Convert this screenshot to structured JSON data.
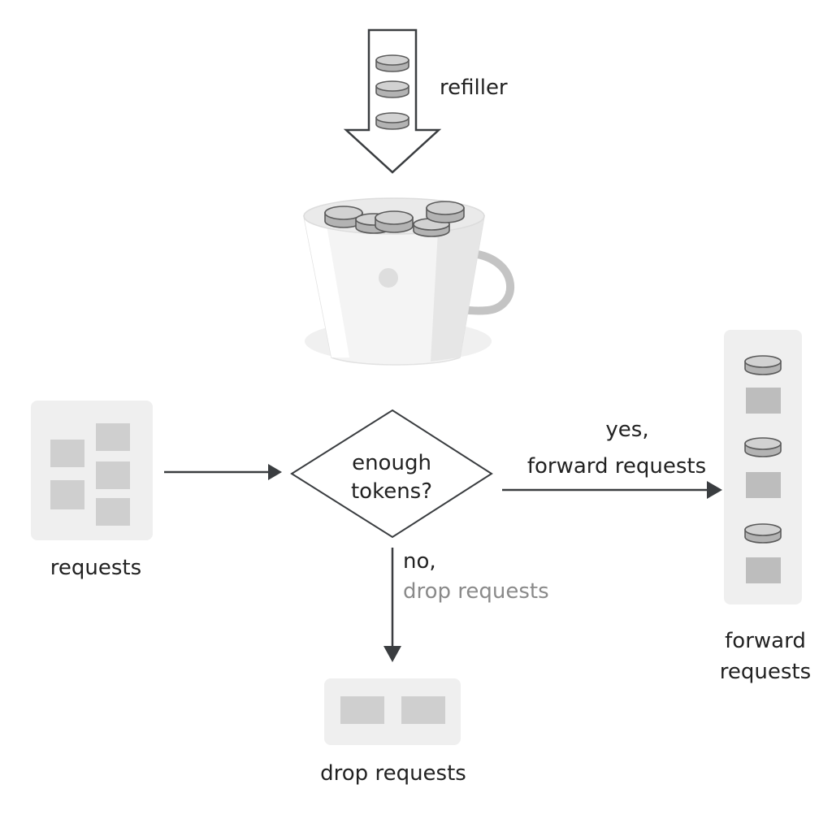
{
  "refiller": {
    "label": "refiller"
  },
  "requests": {
    "label": "requests"
  },
  "decision": {
    "line1": "enough",
    "line2": "tokens?"
  },
  "yes_branch": {
    "line1": "yes,",
    "line2": "forward requests"
  },
  "no_branch": {
    "line1": "no,",
    "line2": "drop requests"
  },
  "forward": {
    "line1": "forward",
    "line2": "requests"
  },
  "drop": {
    "label": "drop requests"
  },
  "colors": {
    "arrow": "#3a3d40",
    "panel": "#efefef",
    "request_block": "#cfcfcf",
    "muted_text": "#8a8a8a"
  }
}
